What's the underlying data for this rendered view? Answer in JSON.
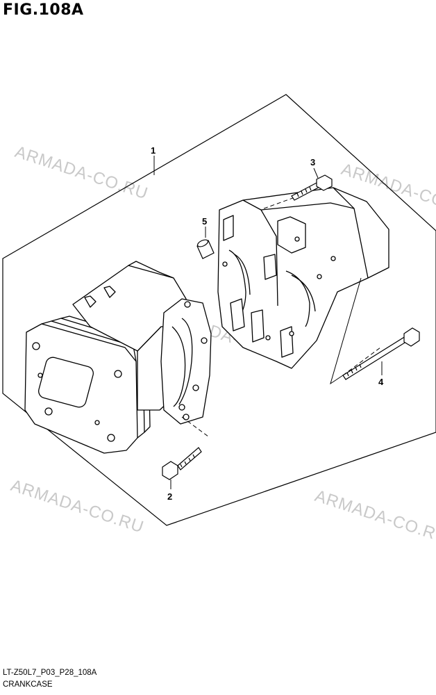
{
  "figure": {
    "title": "FIG.108A"
  },
  "callouts": [
    {
      "id": "1",
      "label": "1"
    },
    {
      "id": "2",
      "label": "2"
    },
    {
      "id": "3",
      "label": "3"
    },
    {
      "id": "4",
      "label": "4"
    },
    {
      "id": "5",
      "label": "5"
    }
  ],
  "watermark": {
    "text": "ARMADA-CO.RU",
    "color": "#c9c9c9"
  },
  "footer": {
    "code": "LT-Z50L7_P03_P28_108A",
    "name": "CRANKCASE"
  }
}
